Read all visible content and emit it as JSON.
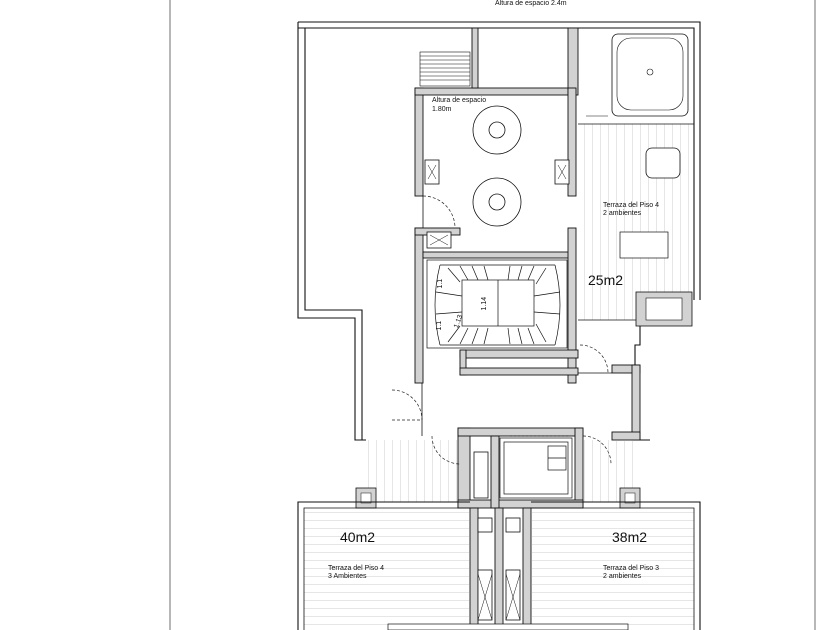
{
  "plan": {
    "header_note": "Altura de espacio 2.4m",
    "core_room": {
      "label_line1": "Altura de espacio",
      "label_line2": "1.80m"
    },
    "terrace_east": {
      "line1": "Terraza del Piso 4",
      "line2": "2 ambientes",
      "area": "25m2"
    },
    "terrace_sw": {
      "line1": "Terraza del Piso 4",
      "line2": "3 Ambientes",
      "area": "40m2"
    },
    "terrace_se": {
      "line1": "Terraza del Piso 3",
      "line2": "2 ambientes",
      "area": "38m2"
    },
    "stair_marks": [
      "1.1",
      "1.1",
      "1.13",
      "1.14"
    ]
  },
  "colors": {
    "wall": "#d2d2d2",
    "ink": "#111111",
    "paper": "#ffffff"
  }
}
